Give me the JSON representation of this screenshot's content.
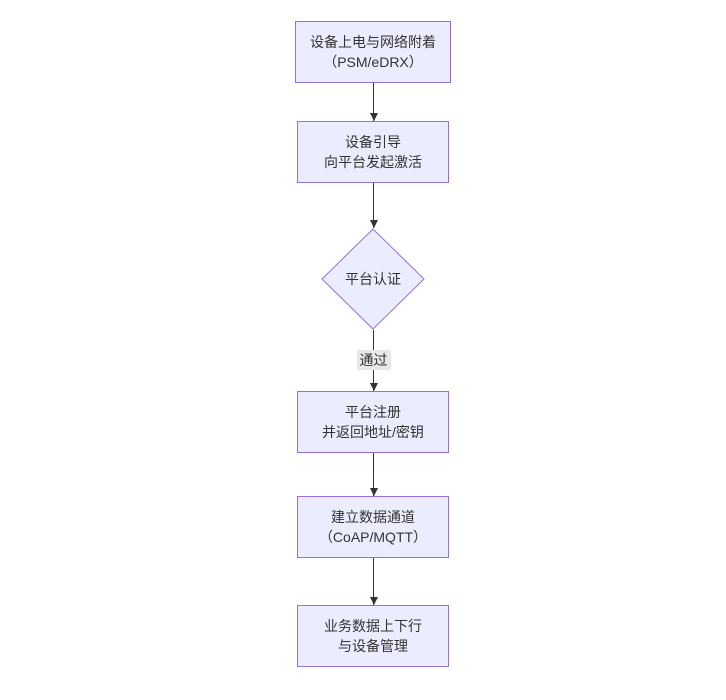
{
  "flow": {
    "nodes": [
      {
        "id": "power-network-attach",
        "type": "process",
        "lines": [
          "设备上电与网络附着",
          "（PSM/eDRX）"
        ]
      },
      {
        "id": "device-bootstrap",
        "type": "process",
        "lines": [
          "设备引导",
          "向平台发起激活"
        ]
      },
      {
        "id": "platform-auth",
        "type": "decision",
        "label": "平台认证"
      },
      {
        "id": "platform-register",
        "type": "process",
        "lines": [
          "平台注册",
          "并返回地址/密钥"
        ]
      },
      {
        "id": "data-channel",
        "type": "process",
        "lines": [
          "建立数据通道",
          "（CoAP/MQTT）"
        ]
      },
      {
        "id": "business-data",
        "type": "process",
        "lines": [
          "业务数据上下行",
          "与设备管理"
        ]
      }
    ],
    "edges": {
      "auth_pass_label": "通过"
    },
    "icons": {
      "arrowhead": "triangle-down"
    },
    "colors": {
      "node_fill": "#ECECFF",
      "node_border": "#9370DB",
      "decision_fill": "#ECECFF",
      "decision_border": "#9370DB",
      "arrow": "#333333",
      "edge_label_bg": "#E8E8E8",
      "text": "#333333",
      "background": "#FFFFFF"
    }
  }
}
